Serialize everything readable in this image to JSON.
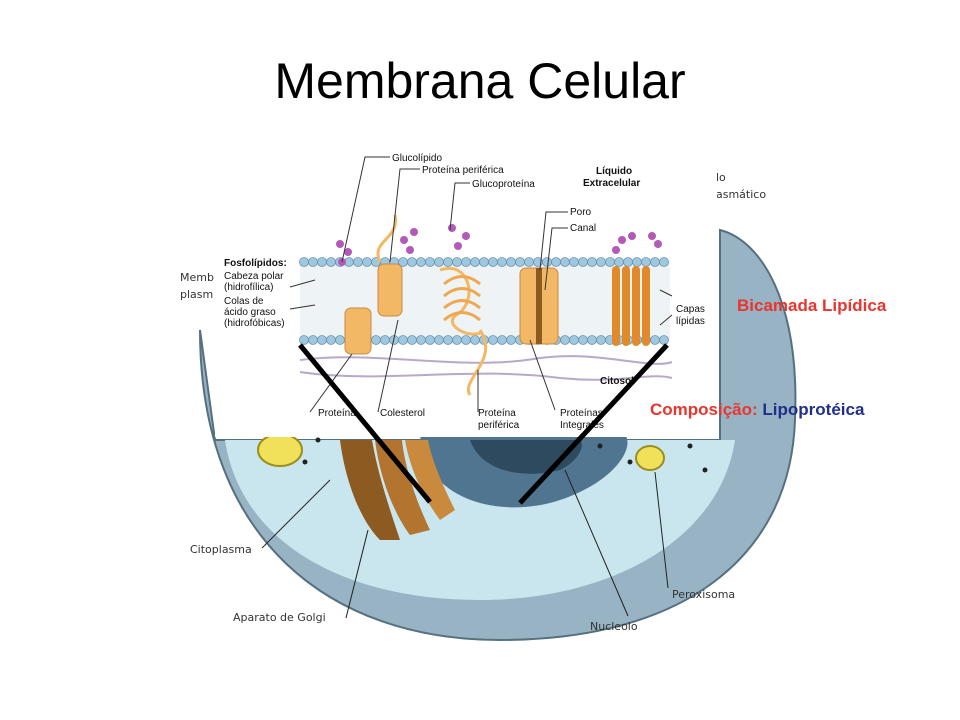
{
  "slide": {
    "title": "Membrana Celular"
  },
  "callouts": {
    "bilayer": "Bicamada Lipídica",
    "composition_label": "Composição:",
    "composition_value": "Lipoprotéica"
  },
  "cell_labels": {
    "cytoplasm": "Citoplasma",
    "golgi": "Aparato de Golgi",
    "nucleolus": "Nucleolo",
    "peroxisome": "Peroxisoma",
    "membrane_partial_1": "Memb",
    "membrane_partial_2": "plasm",
    "reticulum_partial_1": "lo",
    "reticulum_partial_2": "asmático"
  },
  "membrane_labels": {
    "glycolipid": "Glucolípido",
    "peripheral_protein_top": "Proteína periférica",
    "glycoprotein": "Glucoproteína",
    "extracellular_1": "Líquido",
    "extracellular_2": "Extracelular",
    "pore": "Poro",
    "channel": "Canal",
    "phospholipids": "Fosfolípidos:",
    "polar_head_1": "Cabeza polar",
    "polar_head_2": "(hidrofílica)",
    "fatty_acid_1": "Colas de",
    "fatty_acid_2": "ácido graso",
    "fatty_acid_3": "(hidrofóbicas)",
    "lipid_layers_1": "Capas",
    "lipid_layers_2": "lípidas",
    "cytosol": "Citosol",
    "protein": "Proteína",
    "cholesterol": "Colesterol",
    "peripheral_protein_bottom_1": "Proteína",
    "peripheral_protein_bottom_2": "periférica",
    "integral_proteins_1": "Proteínas",
    "integral_proteins_2": "Integrales"
  },
  "colors": {
    "cell_outer": "#97b3c4",
    "cytoplasm": "#c9e6ee",
    "golgi": "#c98a3e",
    "nucleus": "#4f7590",
    "protein": "#f3b866",
    "lipid_head": "#9ec7e0",
    "pointer_line": "#000000",
    "bilayer_text": "#e8362f",
    "composition_text": "#1f2f8a"
  }
}
